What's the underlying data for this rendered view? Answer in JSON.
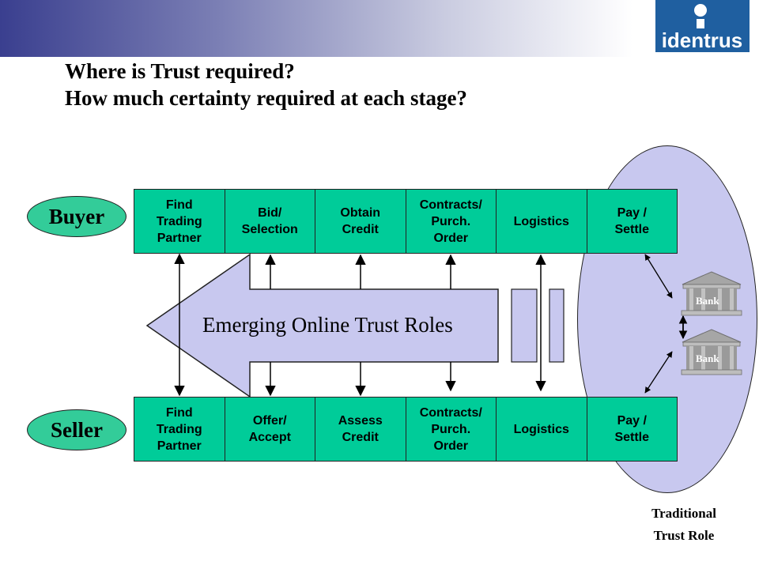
{
  "header": {
    "logo_text": "identrus"
  },
  "title": {
    "line1": "Where is Trust required?",
    "line2": "How much certainty required at each stage?"
  },
  "buyer": {
    "label": "Buyer",
    "stages": [
      {
        "lines": [
          "Find",
          "Trading",
          "Partner"
        ]
      },
      {
        "lines": [
          "Bid/",
          "Selection"
        ]
      },
      {
        "lines": [
          "Obtain",
          "Credit"
        ]
      },
      {
        "lines": [
          "Contracts/",
          "Purch.",
          "Order"
        ]
      },
      {
        "lines": [
          "Logistics"
        ]
      },
      {
        "lines": [
          "Pay /",
          "Settle"
        ]
      }
    ]
  },
  "seller": {
    "label": "Seller",
    "stages": [
      {
        "lines": [
          "Find",
          "Trading",
          "Partner"
        ]
      },
      {
        "lines": [
          "Offer/",
          "Accept"
        ]
      },
      {
        "lines": [
          "Assess",
          "Credit"
        ]
      },
      {
        "lines": [
          "Contracts/",
          "Purch.",
          "Order"
        ]
      },
      {
        "lines": [
          "Logistics"
        ]
      },
      {
        "lines": [
          "Pay /",
          "Settle"
        ]
      }
    ]
  },
  "emerging": {
    "label": "Emerging Online Trust Roles"
  },
  "banks": [
    {
      "label": "Bank"
    },
    {
      "label": "Bank"
    }
  ],
  "traditional": {
    "line1": "Traditional",
    "line2": "Trust Role"
  },
  "colors": {
    "stage_green": "#00cc99",
    "oval_green": "#33cc99",
    "lavender": "#c8c8ef",
    "bank_gray": "#a6a6a6",
    "brand_blue": "#1f5fa0"
  }
}
